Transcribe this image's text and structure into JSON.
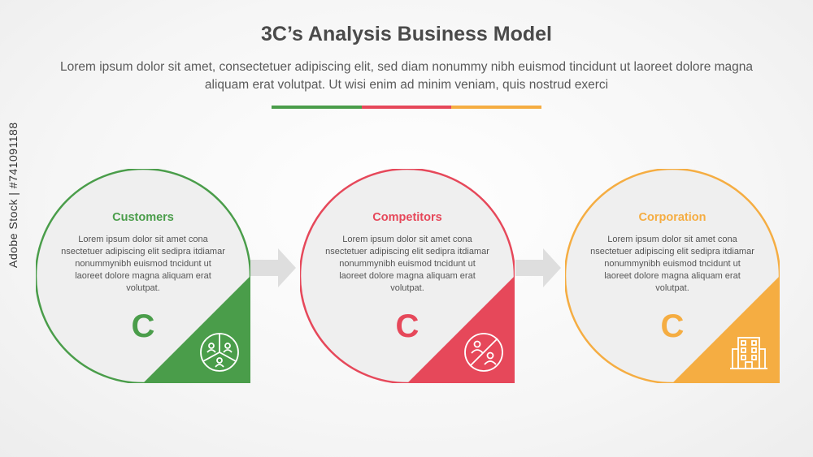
{
  "title": "3C’s Analysis Business Model",
  "subtitle": "Lorem ipsum dolor sit amet, consectetuer adipiscing elit, sed diam nonummy nibh euismod tincidunt ut laoreet dolore magna aliquam erat volutpat. Ut wisi enim ad minim veniam, quis nostrud exerci",
  "colors": {
    "green": "#4a9d4a",
    "red": "#e6485a",
    "orange": "#f5ad42",
    "arrow": "#dedede",
    "circle_fill": "#efefef"
  },
  "items": [
    {
      "title": "Customers",
      "body": "Lorem ipsum dolor sit amet cona nsectetuer adipiscing elit sedipra itdiamar nonummynibh euismod tncidunt ut laoreet dolore magna aliquam erat volutpat.",
      "letter": "C",
      "icon": "customers-group-icon"
    },
    {
      "title": "Competitors",
      "body": "Lorem ipsum dolor sit amet cona nsectetuer adipiscing elit sedipra itdiamar nonummynibh euismod tncidunt ut laoreet dolore magna aliquam erat volutpat.",
      "letter": "C",
      "icon": "competitors-versus-icon"
    },
    {
      "title": "Corporation",
      "body": "Lorem ipsum dolor sit amet cona nsectetuer adipiscing elit sedipra itdiamar nonummynibh euismod tncidunt ut laoreet dolore magna aliquam erat volutpat.",
      "letter": "C",
      "icon": "office-building-icon"
    }
  ],
  "watermark": "Adobe Stock | #741091188"
}
